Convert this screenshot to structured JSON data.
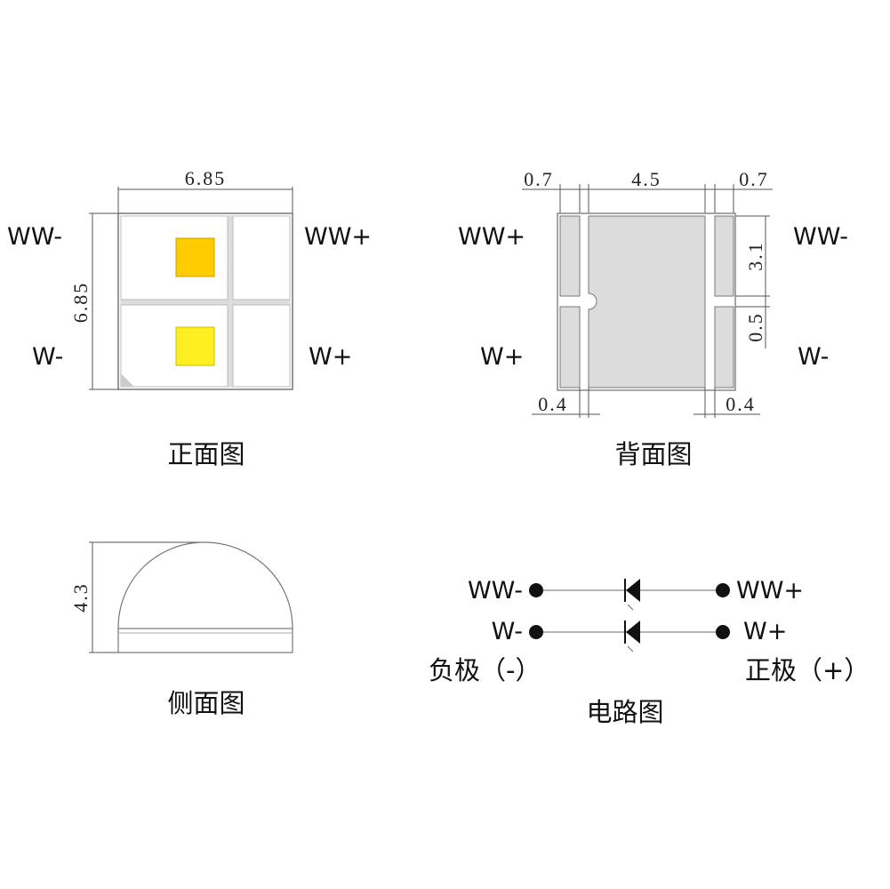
{
  "front_view": {
    "caption": "正面图",
    "width_dim": "6.85",
    "height_dim": "6.85",
    "pin_ww_minus": "WW-",
    "pin_ww_plus": "WW+",
    "pin_w_minus": "W-",
    "pin_w_plus": "W+",
    "chip_ww_color": "#FFCC00",
    "chip_w_color": "#FFEE22"
  },
  "back_view": {
    "caption": "背面图",
    "dim_left_width": "0.7",
    "dim_center_width": "4.5",
    "dim_right_width": "0.7",
    "dim_pad_height": "3.1",
    "dim_gap": "0.5",
    "dim_left_gap": "0.4",
    "dim_right_gap": "0.4",
    "pin_ww_plus": "WW+",
    "pin_w_plus": "W+",
    "pin_ww_minus": "WW-",
    "pin_w_minus": "W-",
    "pad_color": "#DCDCDC"
  },
  "side_view": {
    "caption": "侧面图",
    "height_dim": "4.3"
  },
  "circuit": {
    "caption": "电路图",
    "ww_minus": "WW-",
    "ww_plus": "WW+",
    "w_minus": "W-",
    "w_plus": "W+",
    "negative_label": "负极（-）",
    "positive_label": "正极（+）"
  }
}
